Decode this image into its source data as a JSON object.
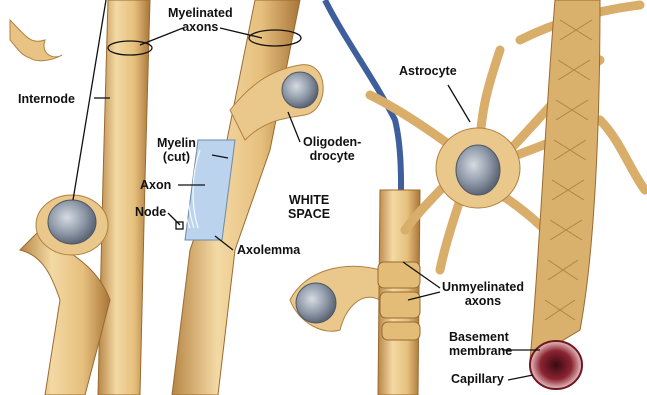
{
  "labels": {
    "myelinated_axons": [
      "Myelinated",
      "axons"
    ],
    "internode": "Internode",
    "astrocyte": "Astrocyte",
    "myelin_cut": [
      "Myelin",
      "(cut)"
    ],
    "oligodendrocyte": [
      "Oligoden-",
      "drocyte"
    ],
    "axon": "Axon",
    "node": "Node",
    "white_space": [
      "WHITE",
      "SPACE"
    ],
    "axolemma": "Axolemma",
    "unmyelinated_axons": [
      "Unmyelinated",
      "axons"
    ],
    "basement_membrane": [
      "Basement",
      "membrane"
    ],
    "capillary": "Capillary"
  },
  "colors": {
    "cell_fill": "#EAC78A",
    "cell_shadow": "#C79A55",
    "nucleus": "#9EA7B3",
    "axon_blue": "#A9C6E4",
    "unmyelinated_blue": "#3E5E9C",
    "capillary_red": "#7E1F2A"
  }
}
